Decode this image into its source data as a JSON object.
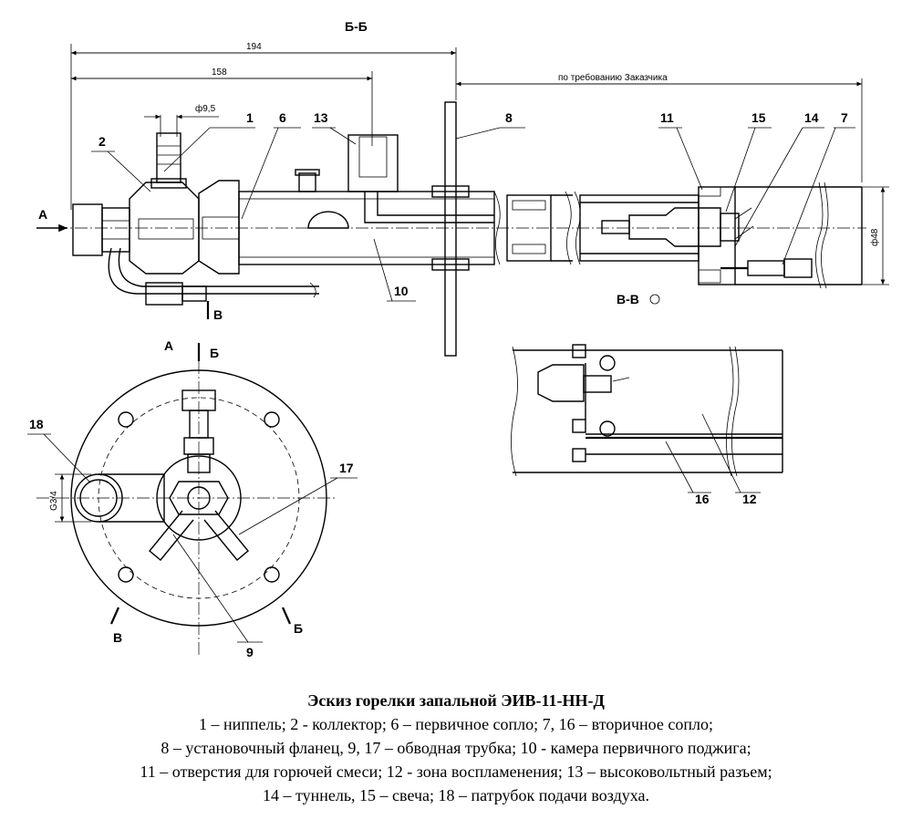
{
  "drawing": {
    "section_bb": "Б-Б",
    "section_vv": "В-В",
    "dimensions": {
      "d194": "194",
      "d158": "158",
      "phi95": "ф9,5",
      "by_request": "по требованию Заказчика",
      "phi48": "ф48",
      "g34": "G3/4"
    },
    "view_labels": {
      "A_top": "А",
      "A_side": "А",
      "B_top": "Б",
      "B_bottom": "Б",
      "V_top": "В",
      "V_bottom": "В"
    },
    "callouts": {
      "n1": "1",
      "n2": "2",
      "n6": "6",
      "n13": "13",
      "n8": "8",
      "n11": "11",
      "n15": "15",
      "n14": "14",
      "n7": "7",
      "n10": "10",
      "n18": "18",
      "n17": "17",
      "n9": "9",
      "n16": "16",
      "n12": "12"
    }
  },
  "caption": {
    "title": "Эскиз горелки запальной ЭИВ-11-НН-Д",
    "line1": "1 – ниппель; 2 - коллектор; 6 – первичное сопло; 7, 16 – вторичное сопло;",
    "line2": "8 – установочный фланец, 9, 17 – обводная трубка; 10 - камера первичного поджига;",
    "line3": "11 – отверстия для горючей смеси; 12 - зона воспламенения; 13 – высоковольтный разъем;",
    "line4": "14 – туннель, 15 – свеча; 18 – патрубок подачи воздуха."
  }
}
